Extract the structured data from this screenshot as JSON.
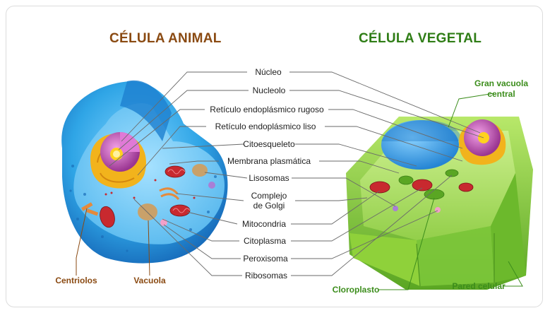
{
  "titles": {
    "animal": "CÉLULA ANIMAL",
    "vegetal": "CÉLULA VEGETAL",
    "animal_color": "#8a4a12",
    "vegetal_color": "#2f7d16"
  },
  "labels": {
    "nucleo": "Núcleo",
    "nucleolo": "Nucleolo",
    "reticulo_rugoso": "Retículo endoplásmico rugoso",
    "reticulo_liso": "Retículo endoplásmico liso",
    "citoesqueleto": "Citoesqueleto",
    "membrana": "Membrana plasmática",
    "lisosomas": "Lisosomas",
    "golgi_1": "Complejo",
    "golgi_2": "de Golgi",
    "mitocondria": "Mitocondria",
    "citoplasma": "Citoplasma",
    "peroxisoma": "Peroxisoma",
    "ribosomas": "Ribosomas",
    "centriolos": "Centriolos",
    "vacuola": "Vacuola",
    "gran_vacuola_1": "Gran vacuola",
    "gran_vacuola_2": "central",
    "cloroplasto": "Cloroplasto",
    "pared": "Pared celular"
  },
  "colors": {
    "animal_cell": "#2fa5e6",
    "animal_cell_dark": "#1a77c4",
    "nucleus": "#c75bc0",
    "nucleolus": "#ffd21f",
    "er": "#f2b31c",
    "mitochondria": "#c8292f",
    "plant_cell": "#8fd13a",
    "plant_cell_dark": "#5aa623",
    "central_vacuole": "#3fa4e8"
  }
}
